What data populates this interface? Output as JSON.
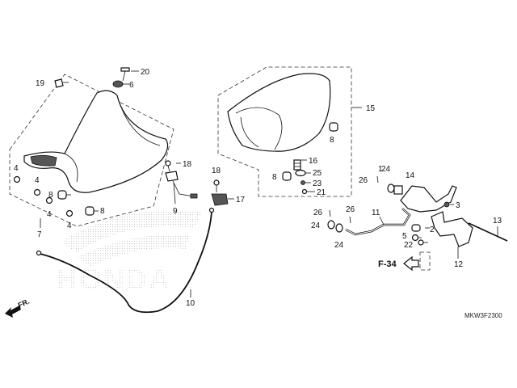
{
  "diagram": {
    "watermark": "HONDA",
    "front_arrow": "FR.",
    "reference": "F-34",
    "drawing_code": "MKW3F2300",
    "callouts": {
      "c1": "1",
      "c2": "2",
      "c3": "3",
      "c4a": "4",
      "c4b": "4",
      "c4c": "4",
      "c4d": "4",
      "c5": "5",
      "c6": "6",
      "c7": "7",
      "c8a": "8",
      "c8b": "8",
      "c8c": "8",
      "c8d": "8",
      "c9": "9",
      "c10": "10",
      "c11": "11",
      "c12": "12",
      "c13": "13",
      "c14": "14",
      "c15": "15",
      "c16": "16",
      "c17": "17",
      "c18a": "18",
      "c18b": "18",
      "c19": "19",
      "c20": "20",
      "c21": "21",
      "c22": "22",
      "c23": "23",
      "c24a": "24",
      "c24b": "24",
      "c24c": "24",
      "c25": "25",
      "c26a": "26",
      "c26b": "26",
      "c26c": "26"
    }
  }
}
